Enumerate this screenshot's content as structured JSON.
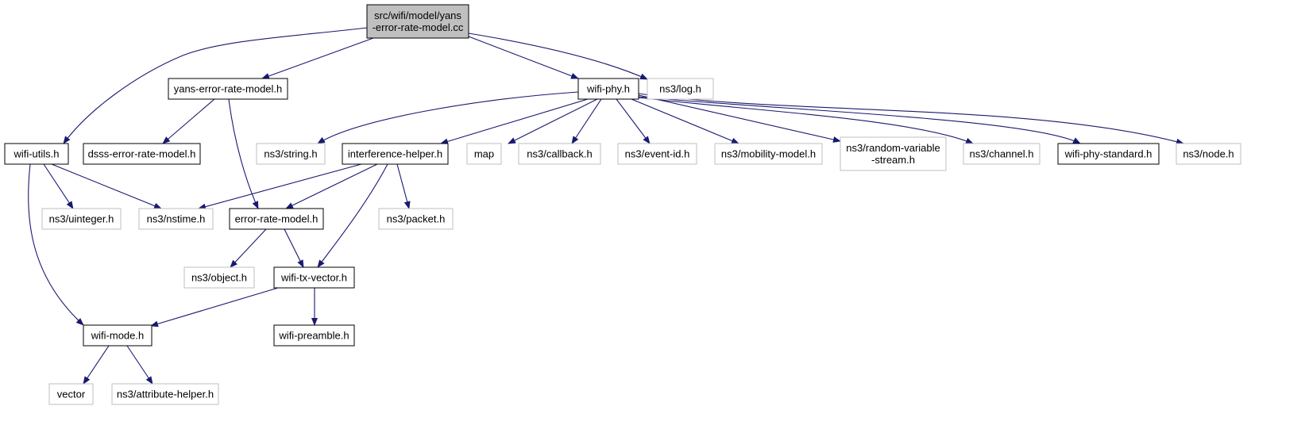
{
  "colors": {
    "edge": "#191970",
    "root_fill": "#bfbfbf",
    "documented_border": "#000000",
    "external_border": "#bfbfbf",
    "external_text": "#404040"
  },
  "nodes": [
    {
      "id": "root",
      "lines": [
        "src/wifi/model/yans",
        "-error-rate-model.cc"
      ],
      "kind": "root"
    },
    {
      "id": "yans-erm",
      "lines": [
        "yans-error-rate-model.h"
      ],
      "kind": "documented"
    },
    {
      "id": "wifi-phy",
      "lines": [
        "wifi-phy.h"
      ],
      "kind": "documented"
    },
    {
      "id": "log",
      "lines": [
        "ns3/log.h"
      ],
      "kind": "external"
    },
    {
      "id": "wifi-utils",
      "lines": [
        "wifi-utils.h"
      ],
      "kind": "documented"
    },
    {
      "id": "dsss",
      "lines": [
        "dsss-error-rate-model.h"
      ],
      "kind": "documented"
    },
    {
      "id": "string",
      "lines": [
        "ns3/string.h"
      ],
      "kind": "external"
    },
    {
      "id": "interference",
      "lines": [
        "interference-helper.h"
      ],
      "kind": "documented"
    },
    {
      "id": "map",
      "lines": [
        "map"
      ],
      "kind": "external"
    },
    {
      "id": "callback",
      "lines": [
        "ns3/callback.h"
      ],
      "kind": "external"
    },
    {
      "id": "event-id",
      "lines": [
        "ns3/event-id.h"
      ],
      "kind": "external"
    },
    {
      "id": "mobility",
      "lines": [
        "ns3/mobility-model.h"
      ],
      "kind": "external"
    },
    {
      "id": "random",
      "lines": [
        "ns3/random-variable",
        "-stream.h"
      ],
      "kind": "external"
    },
    {
      "id": "channel",
      "lines": [
        "ns3/channel.h"
      ],
      "kind": "external"
    },
    {
      "id": "phy-std",
      "lines": [
        "wifi-phy-standard.h"
      ],
      "kind": "documented"
    },
    {
      "id": "node",
      "lines": [
        "ns3/node.h"
      ],
      "kind": "external"
    },
    {
      "id": "uinteger",
      "lines": [
        "ns3/uinteger.h"
      ],
      "kind": "external"
    },
    {
      "id": "nstime",
      "lines": [
        "ns3/nstime.h"
      ],
      "kind": "external"
    },
    {
      "id": "erm",
      "lines": [
        "error-rate-model.h"
      ],
      "kind": "documented"
    },
    {
      "id": "packet",
      "lines": [
        "ns3/packet.h"
      ],
      "kind": "external"
    },
    {
      "id": "object",
      "lines": [
        "ns3/object.h"
      ],
      "kind": "external"
    },
    {
      "id": "txvector",
      "lines": [
        "wifi-tx-vector.h"
      ],
      "kind": "documented"
    },
    {
      "id": "mode",
      "lines": [
        "wifi-mode.h"
      ],
      "kind": "documented"
    },
    {
      "id": "preamble",
      "lines": [
        "wifi-preamble.h"
      ],
      "kind": "documented"
    },
    {
      "id": "vector",
      "lines": [
        "vector"
      ],
      "kind": "external"
    },
    {
      "id": "attr",
      "lines": [
        "ns3/attribute-helper.h"
      ],
      "kind": "external"
    }
  ],
  "edges": [
    {
      "from": "root",
      "to": "wifi-utils"
    },
    {
      "from": "root",
      "to": "yans-erm"
    },
    {
      "from": "root",
      "to": "wifi-phy"
    },
    {
      "from": "root",
      "to": "log"
    },
    {
      "from": "yans-erm",
      "to": "dsss"
    },
    {
      "from": "yans-erm",
      "to": "erm"
    },
    {
      "from": "wifi-phy",
      "to": "string"
    },
    {
      "from": "wifi-phy",
      "to": "interference"
    },
    {
      "from": "wifi-phy",
      "to": "map"
    },
    {
      "from": "wifi-phy",
      "to": "callback"
    },
    {
      "from": "wifi-phy",
      "to": "event-id"
    },
    {
      "from": "wifi-phy",
      "to": "mobility"
    },
    {
      "from": "wifi-phy",
      "to": "random"
    },
    {
      "from": "wifi-phy",
      "to": "channel"
    },
    {
      "from": "wifi-phy",
      "to": "phy-std"
    },
    {
      "from": "wifi-phy",
      "to": "node"
    },
    {
      "from": "wifi-utils",
      "to": "uinteger"
    },
    {
      "from": "wifi-utils",
      "to": "nstime"
    },
    {
      "from": "wifi-utils",
      "to": "mode"
    },
    {
      "from": "interference",
      "to": "nstime"
    },
    {
      "from": "interference",
      "to": "erm"
    },
    {
      "from": "interference",
      "to": "packet"
    },
    {
      "from": "interference",
      "to": "txvector"
    },
    {
      "from": "erm",
      "to": "object"
    },
    {
      "from": "erm",
      "to": "txvector"
    },
    {
      "from": "txvector",
      "to": "mode"
    },
    {
      "from": "txvector",
      "to": "preamble"
    },
    {
      "from": "mode",
      "to": "vector"
    },
    {
      "from": "mode",
      "to": "attr"
    }
  ]
}
